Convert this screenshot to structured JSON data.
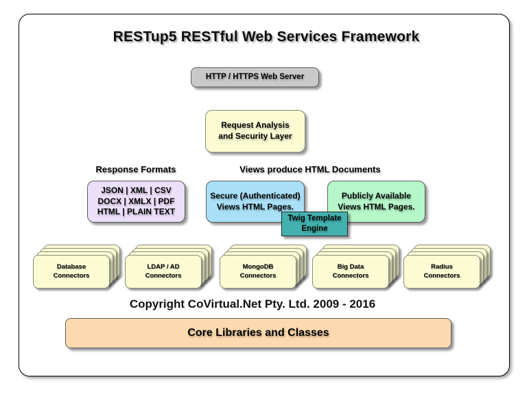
{
  "title": "RESTup5 RESTful Web Services Framework",
  "headings": {
    "response_formats": "Response Formats",
    "views": "Views produce HTML Documents"
  },
  "nodes": {
    "web_server": {
      "label": "HTTP / HTTPS Web Server"
    },
    "request_layer": {
      "label": "Request Analysis\nand Security Layer"
    },
    "formats": {
      "label": "JSON | XML | CSV\nDOCX | XMLX | PDF\nHTML | PLAIN TEXT"
    },
    "secure_views": {
      "label": "Secure (Authenticated)\nViews HTML Pages."
    },
    "public_views": {
      "label": "Publicly Available\nViews HTML Pages."
    },
    "twig": {
      "label": "Twig Template\nEngine"
    },
    "core": {
      "label": "Core Libraries and Classes"
    }
  },
  "connectors": [
    {
      "label": "Database\nConnectors"
    },
    {
      "label": "LDAP / AD\nConnectors"
    },
    {
      "label": "MongoDB\nConnectors"
    },
    {
      "label": "Big Data\nConnectors"
    },
    {
      "label": "Radius\nConnectors"
    }
  ],
  "copyright": "Copyright CoVirtual.Net Pty. Ltd. 2009 - 2016",
  "colors": {
    "web_server": "#c9c9c9",
    "pale_yellow": "#fcfcd4",
    "formats_purple": "#ebdffa",
    "secure_blue": "#a9e0f7",
    "public_green": "#b5f7c9",
    "twig_teal": "#43b1ae",
    "core_peach": "#fcd9af"
  }
}
